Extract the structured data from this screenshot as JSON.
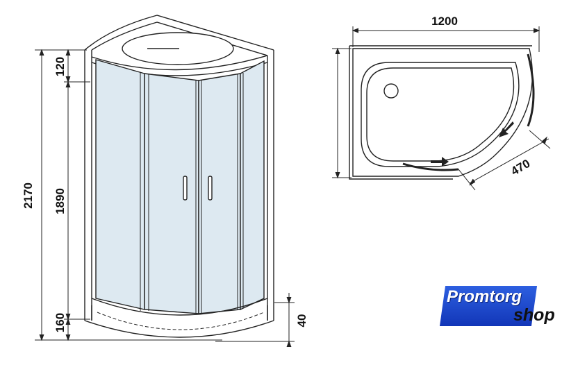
{
  "front_view": {
    "dim_total_height": "2170",
    "dim_door_height": "1890",
    "dim_top": "120",
    "dim_bottom": "160",
    "dim_tray": "40"
  },
  "top_view": {
    "dim_width": "1200",
    "dim_depth": "",
    "dim_door_opening": "470"
  },
  "logo": {
    "line1": "Promtorg",
    "line2": "shop"
  },
  "colors": {
    "glass": "#dde9f1",
    "line": "#222222",
    "logo_blue": "#1d46cc"
  }
}
